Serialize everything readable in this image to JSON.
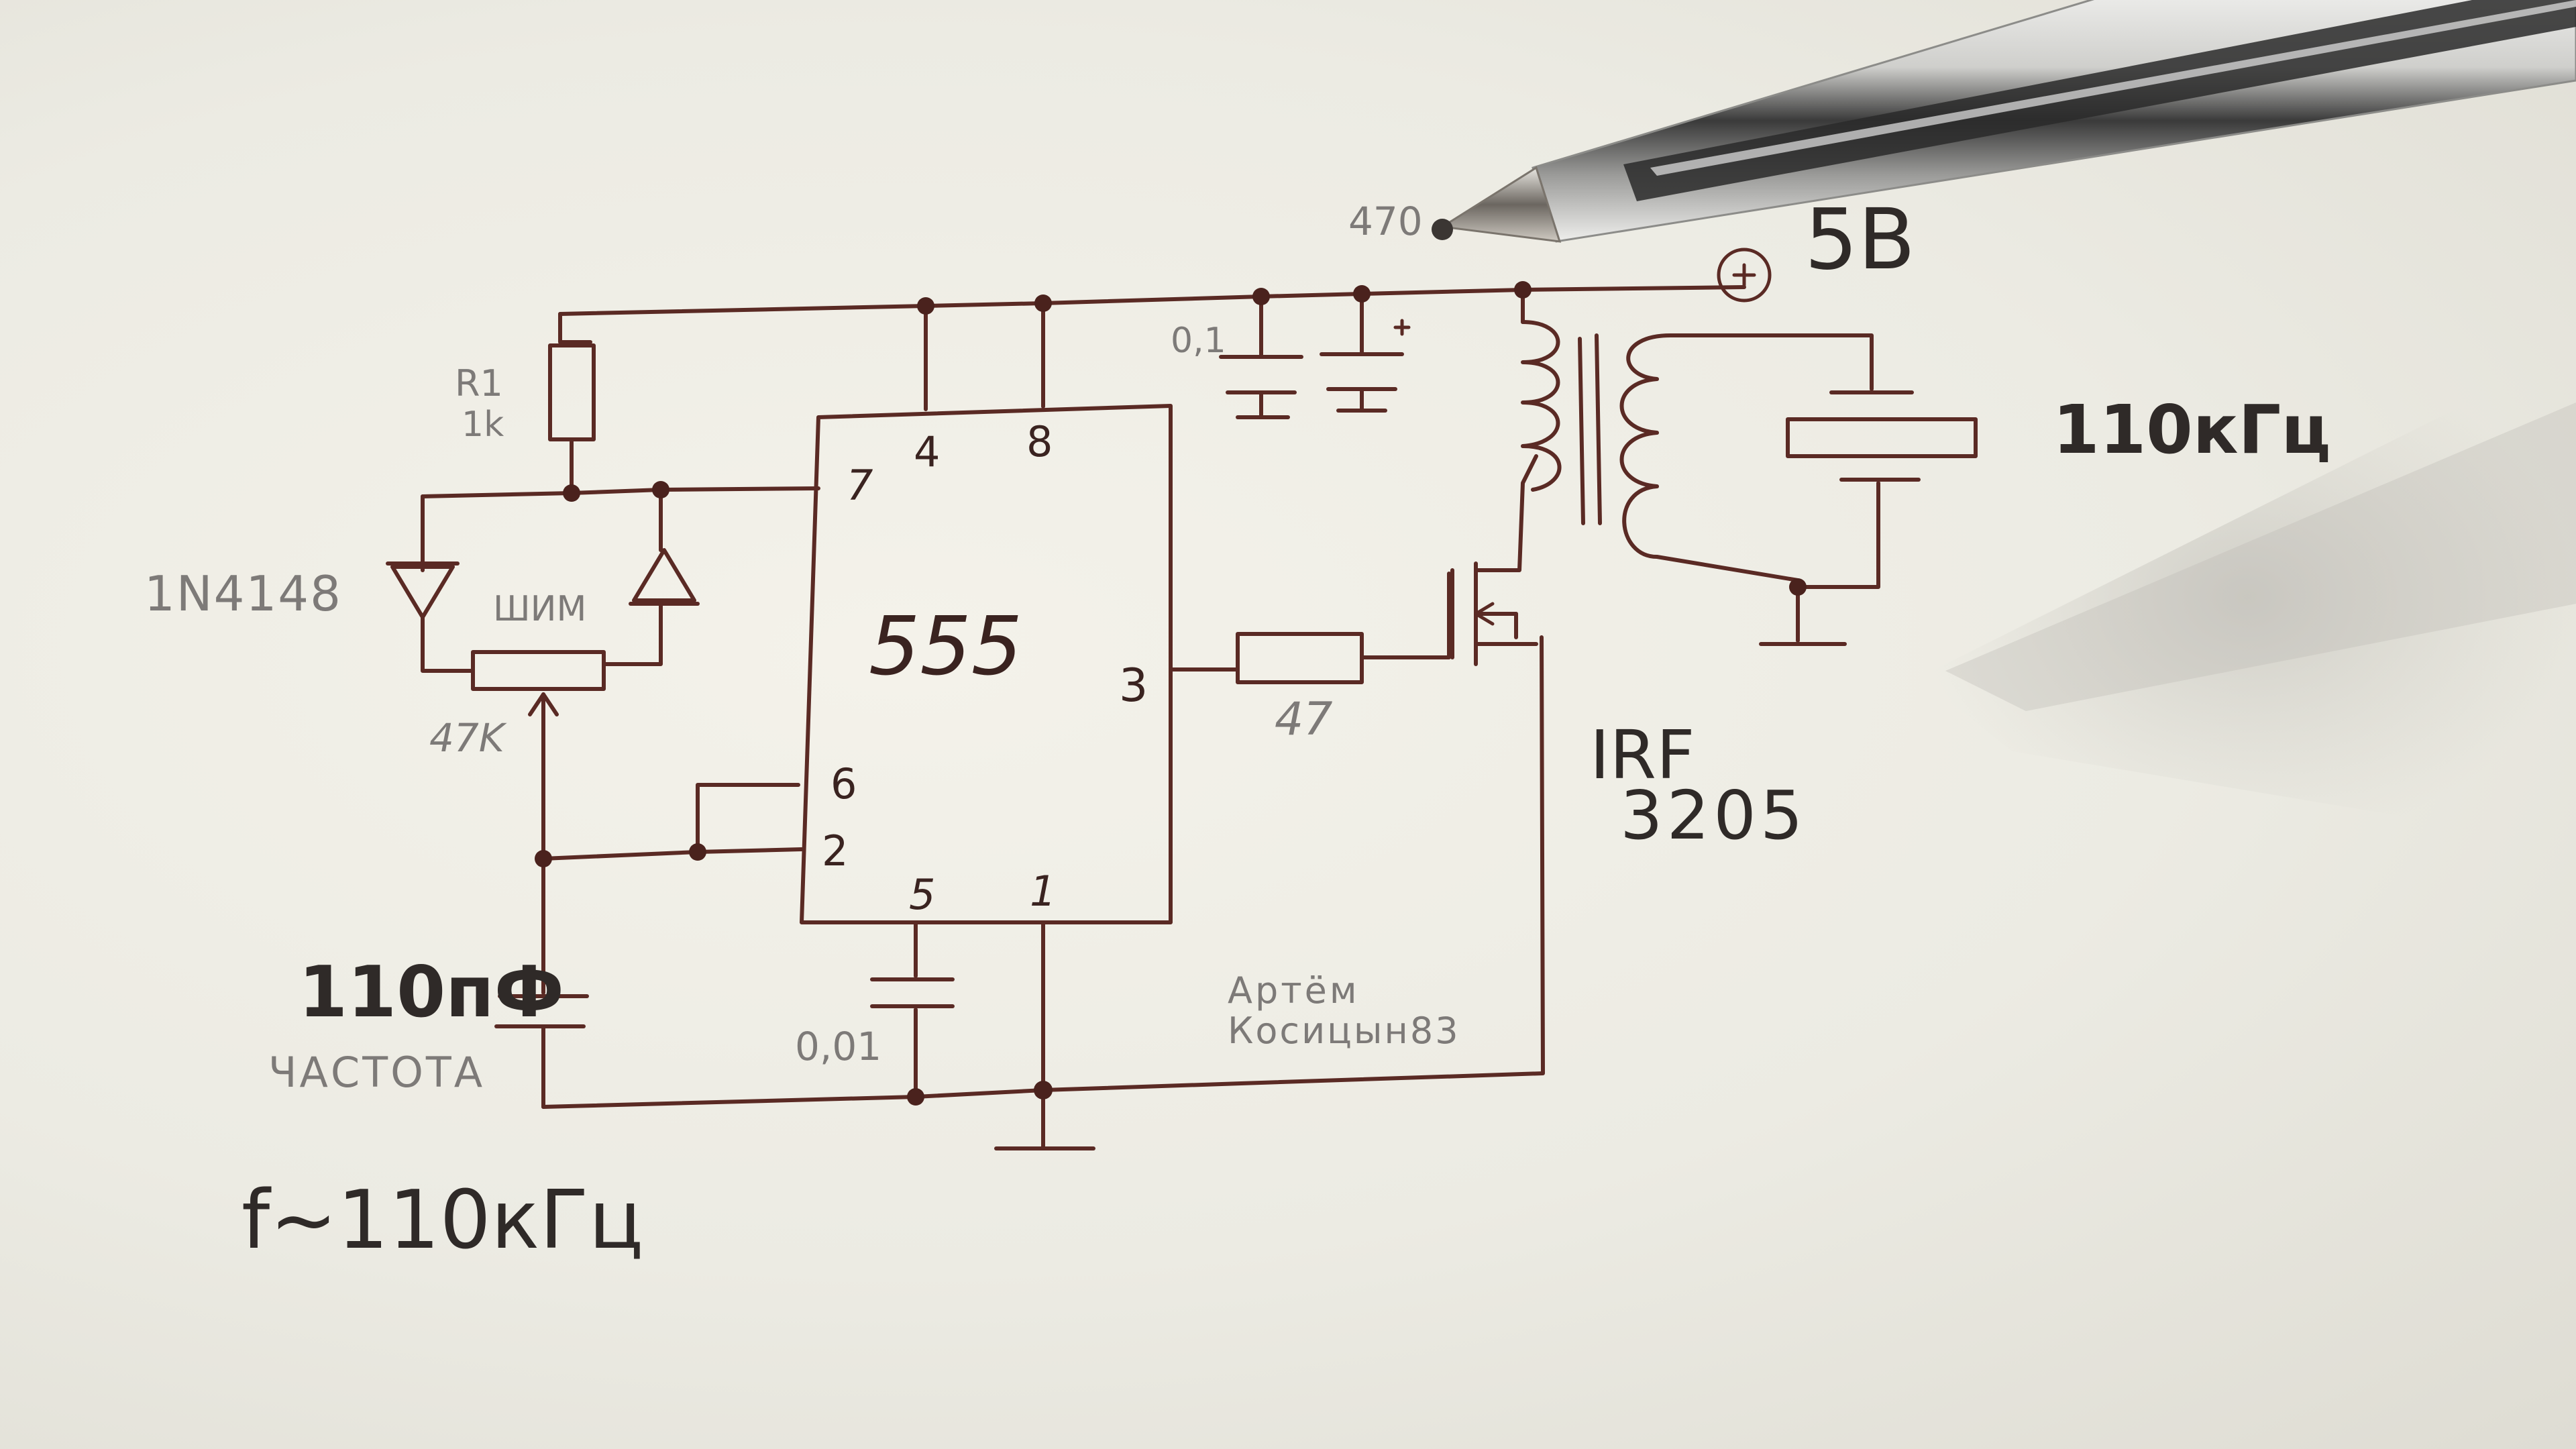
{
  "chip": {
    "name": "555"
  },
  "pins": {
    "p4": "4",
    "p8": "8",
    "p7": "7",
    "p3": "3",
    "p6": "6",
    "p2": "2",
    "p5": "5",
    "p1": "1"
  },
  "labels": {
    "r1_name": "R1",
    "r1_value": "1k",
    "diode": "1N4148",
    "pwm": "ШИМ",
    "pot_value": "47K",
    "cap_0_1": "0,1",
    "cap_0_01": "0,01",
    "pencil_470": "470",
    "supply": "5В",
    "resonator_freq": "110кГц",
    "gate_resistor": "47",
    "mosfet_line1": "IRF",
    "mosfet_line2": "3205",
    "timing_cap": "110пФ",
    "timing_cap_caption": "ЧАСТОТА",
    "author_line1": "Артём",
    "author_line2": "Косицын83",
    "freq_note": "f~110кГц"
  }
}
